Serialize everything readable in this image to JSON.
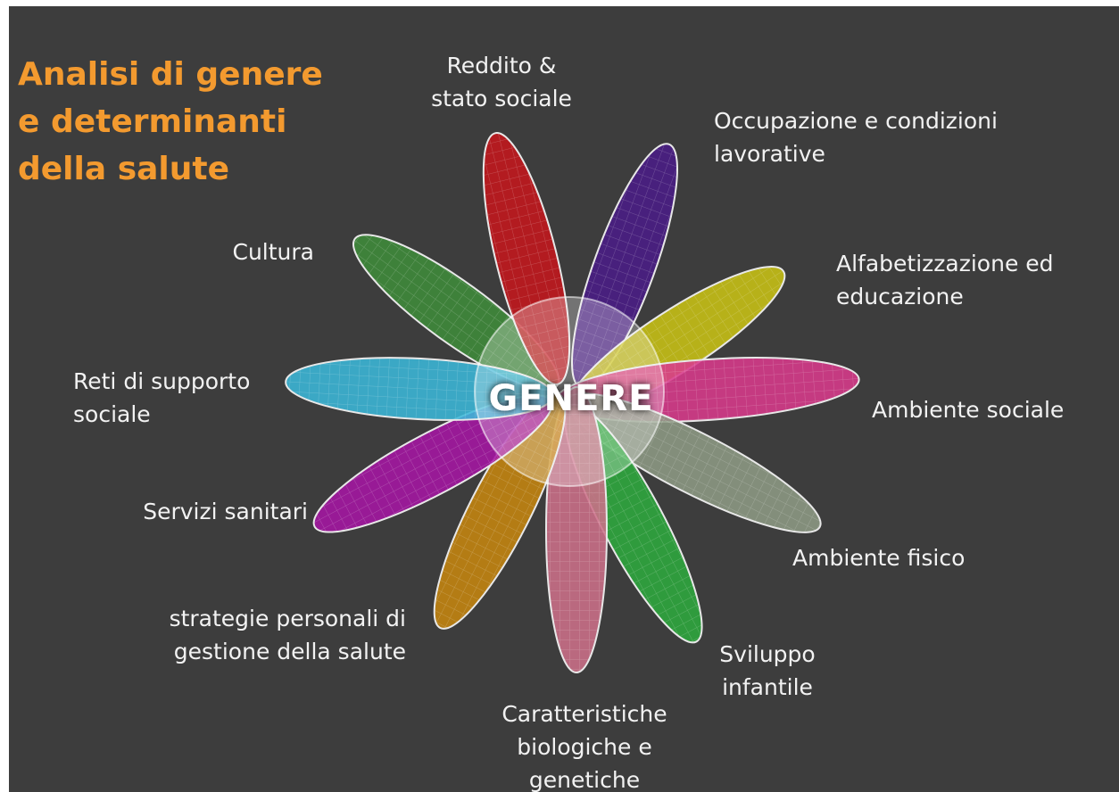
{
  "title": "Analisi di genere\ne determinanti\ndella salute",
  "center": {
    "label": "GENERE"
  },
  "petals": [
    {
      "id": "reddito",
      "label": "Reddito &\nstato sociale",
      "color": "#c4171d",
      "icon": "ellipse-petal"
    },
    {
      "id": "occupazione",
      "label": "Occupazione e condizioni\nlavorative",
      "color": "#4a1c86",
      "icon": "ellipse-petal"
    },
    {
      "id": "alfabetizzazione",
      "label": "Alfabetizzazione ed\neducazione",
      "color": "#c8c114",
      "icon": "ellipse-petal"
    },
    {
      "id": "ambiente-sociale",
      "label": "Ambiente sociale",
      "color": "#d83a8b",
      "icon": "ellipse-petal"
    },
    {
      "id": "ambiente-fisico",
      "label": "Ambiente fisico",
      "color": "#8d9a84",
      "icon": "ellipse-petal"
    },
    {
      "id": "sviluppo",
      "label": "Sviluppo\ninfantile",
      "color": "#2ea83e",
      "icon": "ellipse-petal"
    },
    {
      "id": "caratteristiche",
      "label": "Caratteristiche\nbiologiche e\ngenetiche",
      "color": "#cc6f89",
      "icon": "ellipse-petal"
    },
    {
      "id": "strategie",
      "label": "strategie personali di\ngestione della salute",
      "color": "#c5850f",
      "icon": "ellipse-petal"
    },
    {
      "id": "servizi",
      "label": "Servizi sanitari",
      "color": "#a516a3",
      "icon": "ellipse-petal"
    },
    {
      "id": "reti",
      "label": "Reti di supporto\nsociale",
      "color": "#3bb7d8",
      "icon": "ellipse-petal"
    },
    {
      "id": "cultura",
      "label": "Cultura",
      "color": "#3f8b3a",
      "icon": "ellipse-petal"
    }
  ]
}
